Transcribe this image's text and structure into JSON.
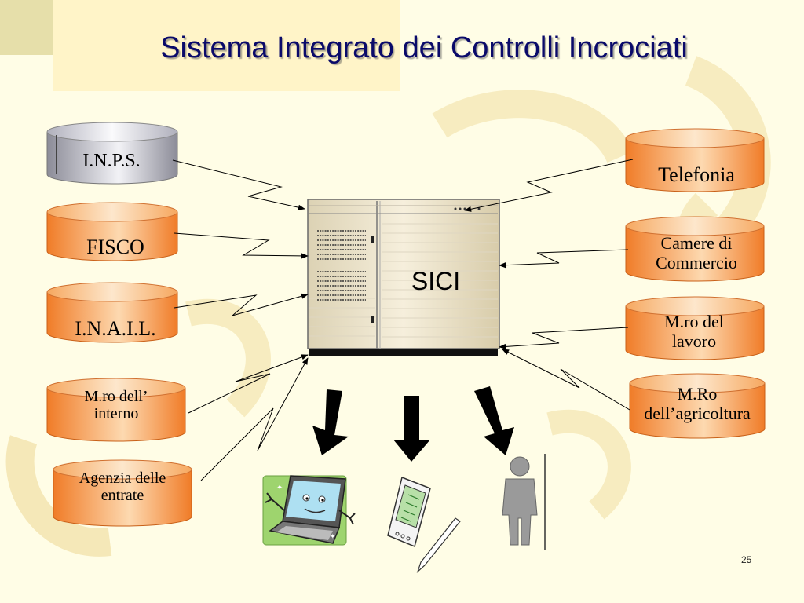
{
  "title": "Sistema Integrato dei Controlli Incrociati",
  "center_node": "SICI",
  "sources_left": [
    {
      "label": "I.N.P.S."
    },
    {
      "label": "FISCO"
    },
    {
      "label": "I.N.A.I.L."
    },
    {
      "label": "M.ro dell’ interno"
    },
    {
      "label": "Agenzia delle entrate"
    }
  ],
  "sources_right": [
    {
      "label": "Telefonia"
    },
    {
      "label": "Camere di Commercio"
    },
    {
      "label": "M.ro del lavoro"
    },
    {
      "label": "M.Ro dell’agricoltura"
    }
  ],
  "outputs": [
    {
      "icon": "laptop-icon"
    },
    {
      "icon": "pda-icon"
    },
    {
      "icon": "person-icon"
    }
  ],
  "page_number": "25",
  "colors": {
    "cylinder_orange": "#f5a050",
    "cylinder_gray": "#b8b8c0",
    "title": "#0a0a6a",
    "server": "#efe6cf"
  }
}
